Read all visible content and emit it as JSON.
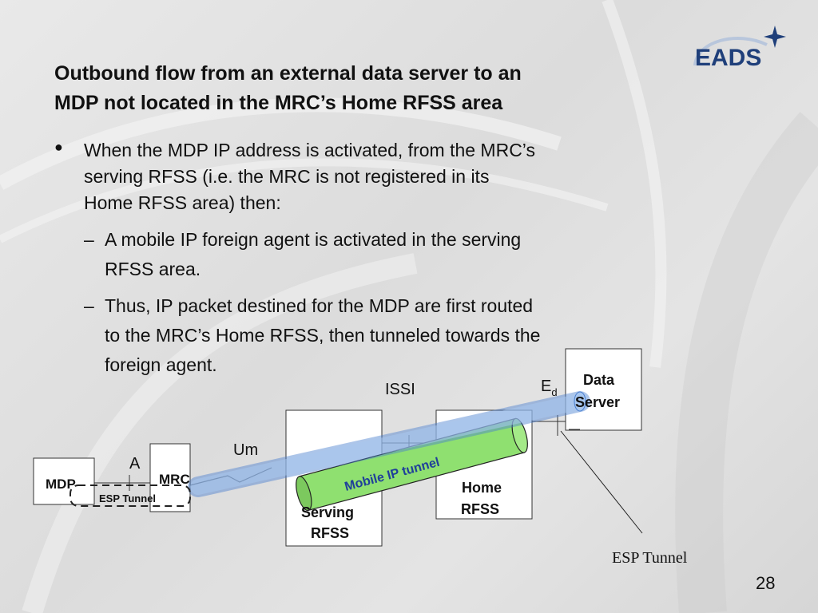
{
  "slide": {
    "title_line1": "Outbound flow from an external data server to an",
    "title_line2": "MDP not located in the MRC’s Home RFSS area",
    "bullet_line1": "When the MDP IP address is activated, from the MRC’s",
    "bullet_line2": "serving RFSS (i.e. the MRC is not registered in its",
    "bullet_line3": "Home RFSS area) then:",
    "sub1_line1": "A mobile IP foreign agent is activated in the serving",
    "sub1_line2": "RFSS area.",
    "sub2_line1": "Thus, IP packet destined for the MDP are first routed",
    "sub2_line2": "to the MRC’s Home RFSS, then tunneled towards the",
    "sub2_line3": "foreign agent.",
    "page_number": "28"
  },
  "logo": {
    "text": "EADS",
    "color": "#1f3f7a"
  },
  "diagram": {
    "mdp": "MDP",
    "mrc": "MRC",
    "serving_line1": "Serving",
    "serving_line2": "RFSS",
    "home_line1": "Home",
    "home_line2": "RFSS",
    "data_line1": "Data",
    "data_line2": "Server",
    "a_label": "A",
    "um_label": "Um",
    "issi_label": "ISSI",
    "ed_main": "E",
    "ed_sub": "d",
    "tunnel_label": "Mobile IP tunnel",
    "esp_small": "ESP Tunnel",
    "esp_big": "ESP Tunnel",
    "colors": {
      "tunnel_green": "#8fe070",
      "esp_blue": "#a9c8f0"
    }
  }
}
